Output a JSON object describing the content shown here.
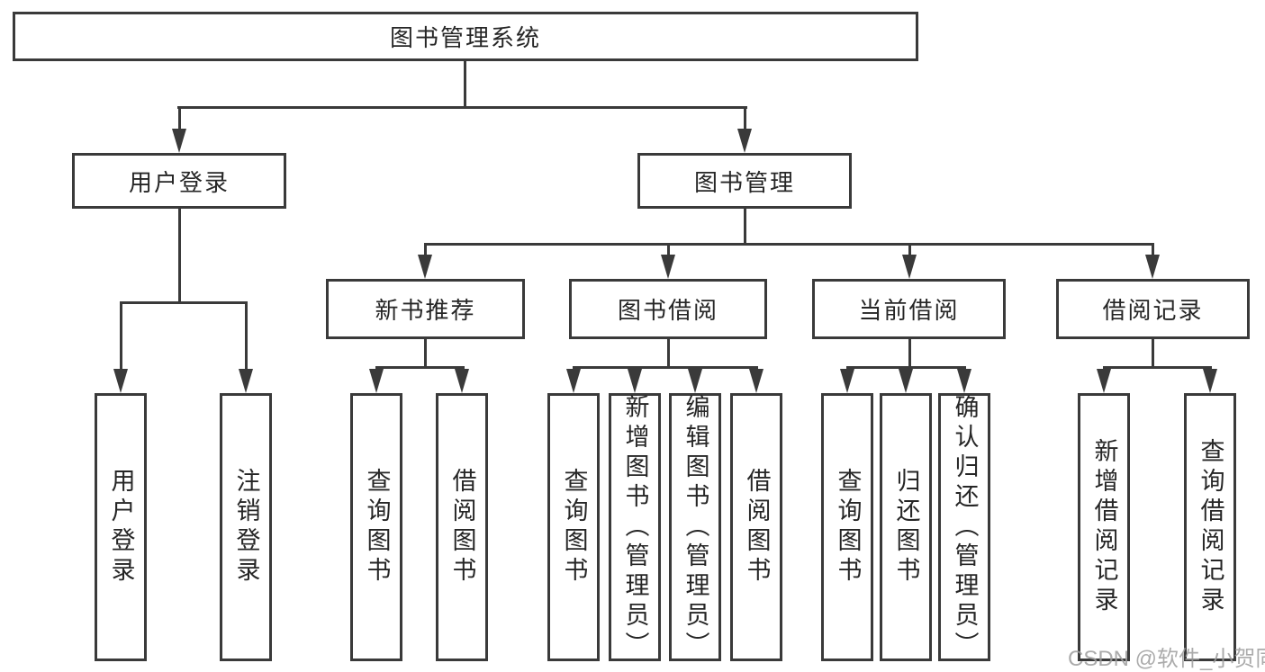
{
  "diagram": {
    "root": {
      "label": "图书管理系统"
    },
    "branches": [
      {
        "label": "用户登录",
        "children": [
          {
            "label": "用户登录"
          },
          {
            "label": "注销登录"
          }
        ]
      },
      {
        "label": "图书管理",
        "children": [
          {
            "label": "新书推荐",
            "children": [
              {
                "label": "查询图书"
              },
              {
                "label": "借阅图书"
              }
            ]
          },
          {
            "label": "图书借阅",
            "children": [
              {
                "label": "查询图书"
              },
              {
                "label": "新增图书（管理员）"
              },
              {
                "label": "编辑图书（管理员）"
              },
              {
                "label": "借阅图书"
              }
            ]
          },
          {
            "label": "当前借阅",
            "children": [
              {
                "label": "查询图书"
              },
              {
                "label": "归还图书"
              },
              {
                "label": "确认归还（管理员）"
              }
            ]
          },
          {
            "label": "借阅记录",
            "children": [
              {
                "label": "新增借阅记录"
              },
              {
                "label": "查询借阅记录"
              }
            ]
          }
        ]
      }
    ]
  },
  "watermark": {
    "text": "CSDN @软件_小贺同学"
  },
  "colors": {
    "line": "#3a3a3a",
    "background": "#ffffff",
    "watermark": "#9d9d9d"
  }
}
